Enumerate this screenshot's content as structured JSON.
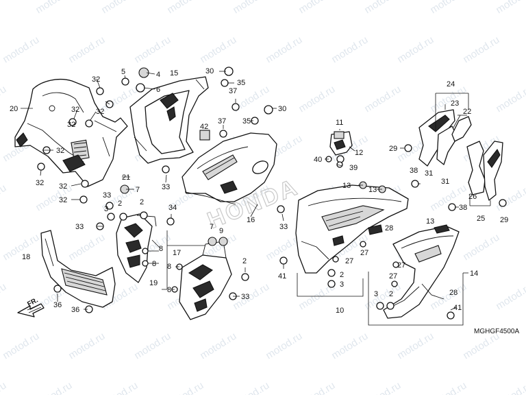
{
  "diagram": {
    "code": "MGHGF4500A",
    "watermark": "motod.ru",
    "brand": "HONDA",
    "front_label": "FR.",
    "callouts": [
      "2",
      "3",
      "4",
      "5",
      "6",
      "7",
      "8",
      "9",
      "10",
      "11",
      "12",
      "13",
      "14",
      "15",
      "16",
      "17",
      "18",
      "19",
      "20",
      "21",
      "22",
      "23",
      "24",
      "25",
      "26",
      "27",
      "28",
      "29",
      "30",
      "31",
      "32",
      "33",
      "34",
      "35",
      "36",
      "37",
      "38",
      "39",
      "40",
      "41",
      "42"
    ]
  }
}
